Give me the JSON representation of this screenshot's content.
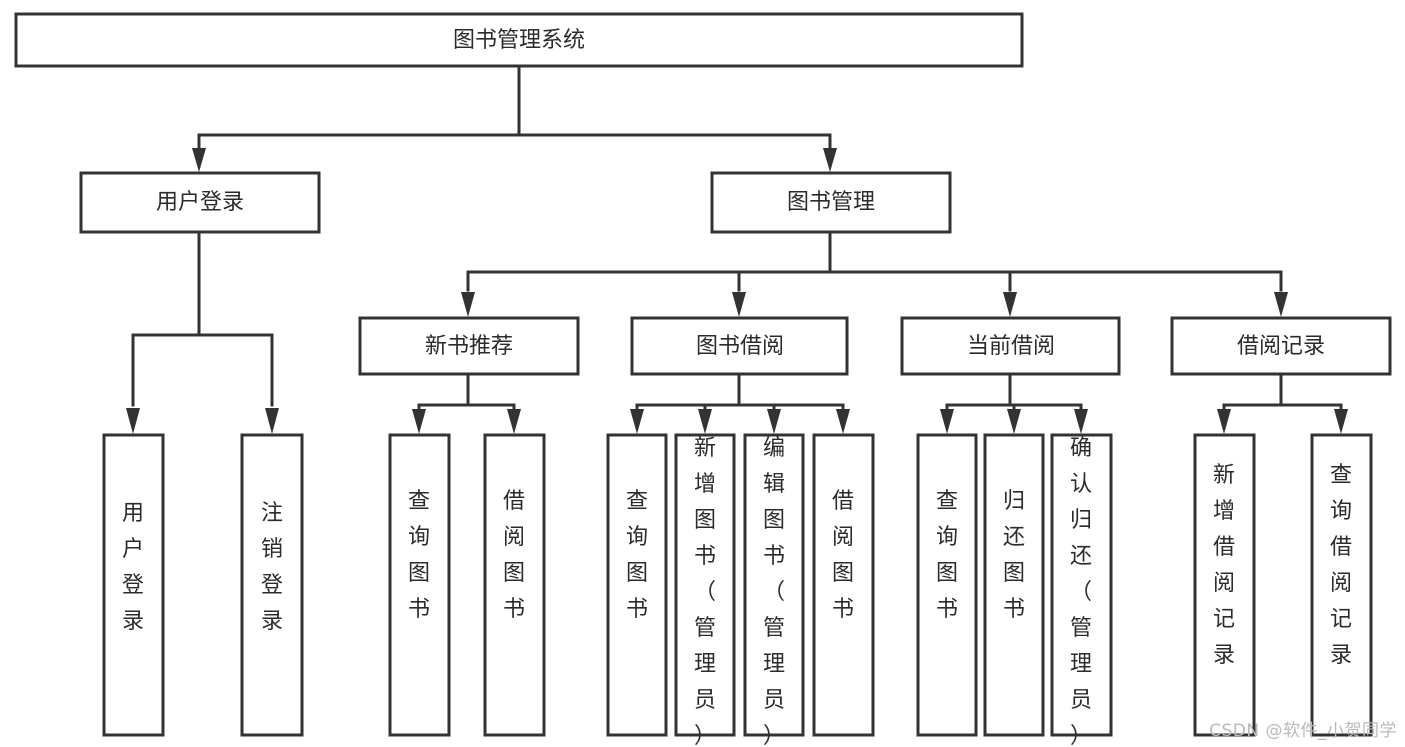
{
  "diagram": {
    "title": "图书管理系统",
    "type": "tree-hierarchy",
    "watermark": "CSDN @软件_小贺同学",
    "colors": {
      "stroke": "#333333",
      "fill": "#ffffff",
      "text": "#2b2b2b",
      "watermark": "#b9b9b9",
      "background": "#ffffff"
    },
    "root": {
      "label": "图书管理系统"
    },
    "level1": [
      {
        "label": "用户登录"
      },
      {
        "label": "图书管理"
      }
    ],
    "level2": [
      {
        "label": "新书推荐"
      },
      {
        "label": "图书借阅"
      },
      {
        "label": "当前借阅"
      },
      {
        "label": "借阅记录"
      }
    ],
    "leaves": {
      "user_login": [
        {
          "label": "用户登录"
        },
        {
          "label": "注销登录"
        }
      ],
      "new_book_recommend": [
        {
          "label": "查询图书"
        },
        {
          "label": "借阅图书"
        }
      ],
      "book_borrow": [
        {
          "label": "查询图书"
        },
        {
          "label": "新增图书（管理员）"
        },
        {
          "label": "编辑图书（管理员）"
        },
        {
          "label": "借阅图书"
        }
      ],
      "current_borrow": [
        {
          "label": "查询图书"
        },
        {
          "label": "归还图书"
        },
        {
          "label": "确认归还（管理员）"
        }
      ],
      "borrow_record": [
        {
          "label": "新增借阅记录"
        },
        {
          "label": "查询借阅记录"
        }
      ]
    }
  }
}
